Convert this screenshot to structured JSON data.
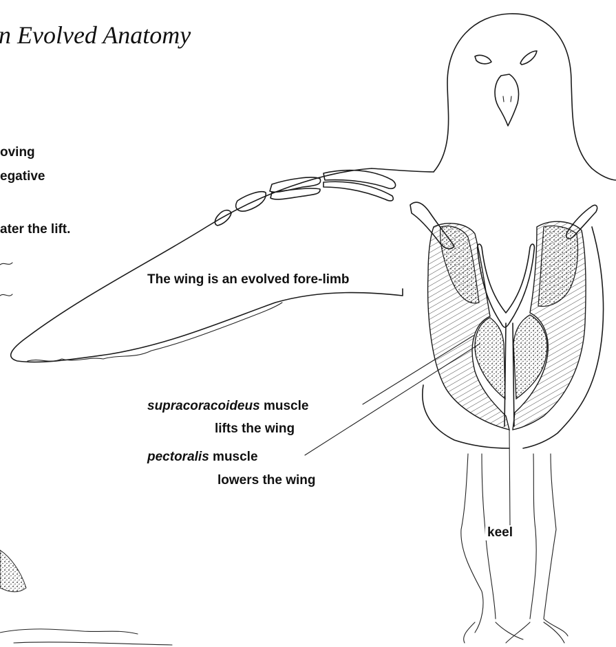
{
  "title": "n Evolved Anatomy",
  "left_text": {
    "line1": "oving",
    "line2": "egative",
    "line3": "ater the lift."
  },
  "labels": {
    "wing": "The wing is an evolved fore-limb",
    "supracoracoideus_name": "supracoracoideus",
    "supracoracoideus_suffix": " muscle",
    "supracoracoideus_action": "lifts the wing",
    "pectoralis_name": "pectoralis",
    "pectoralis_suffix": " muscle",
    "pectoralis_action": "lowers the wing",
    "keel": "keel"
  },
  "colors": {
    "ink": "#1a1a1a",
    "paper": "#ffffff"
  }
}
